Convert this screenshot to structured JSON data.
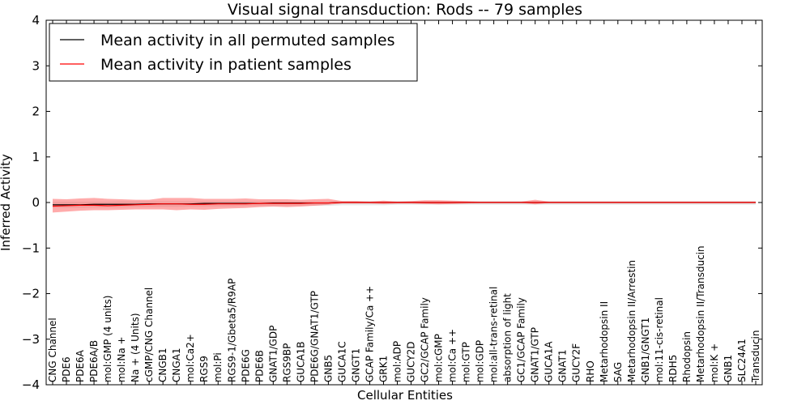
{
  "chart_data": {
    "type": "line",
    "title": "Visual signal transduction: Rods -- 79 samples",
    "xlabel": "Cellular Entities",
    "ylabel": "Inferred Activity",
    "ylim": [
      -4,
      4
    ],
    "yticks": [
      "4",
      "3",
      "2",
      "1",
      "0",
      "−1",
      "−2",
      "−3",
      "−4"
    ],
    "grid": false,
    "legend_position": "top-left",
    "categories": [
      "CNG Channel",
      "PDE6",
      "PDE6A",
      "PDE6A/B",
      "mol:GMP (4 units)",
      "mol:Na +",
      "Na + (4 Units)",
      "cGMP/CNG Channel",
      "CNGB1",
      "CNGA1",
      "mol:Ca2+",
      "RGS9",
      "mol:Pi",
      "RGS9-1/Gbeta5/R9AP",
      "PDE6G",
      "PDE6B",
      "GNAT1/GDP",
      "RGS9BP",
      "GUCA1B",
      "PDE6G/GNAT1/GTP",
      "GNB5",
      "GUCA1C",
      "GNGT1",
      "GCAP Family/Ca ++",
      "GRK1",
      "mol:ADP",
      "GUCY2D",
      "GC2/GCAP Family",
      "mol:cGMP",
      "mol:Ca ++",
      "mol:GTP",
      "mol:GDP",
      "mol:all-trans-retinal",
      "absorption of light",
      "GC1/GCAP Family",
      "GNAT1/GTP",
      "GUCA1A",
      "GNAT1",
      "GUCY2F",
      "RHO",
      "Metarhodopsin II",
      "SAG",
      "Metarhodopsin II/Arrestin",
      "GNB1/GNGT1",
      "mol:11-cis-retinal",
      "RDH5",
      "Rhodopsin",
      "Metarhodopsin II/Transducin",
      "mol:K +",
      "GNB1",
      "SLC24A1",
      "Transducin"
    ],
    "series": [
      {
        "name": "Mean activity in all permuted samples",
        "color": "#000000",
        "values": [
          -0.05,
          -0.05,
          -0.05,
          -0.04,
          -0.04,
          -0.04,
          -0.04,
          -0.03,
          -0.03,
          -0.03,
          -0.03,
          -0.02,
          -0.02,
          -0.02,
          -0.02,
          -0.02,
          -0.01,
          -0.01,
          -0.01,
          -0.01,
          -0.01,
          0.0,
          0.0,
          0.0,
          0.0,
          0.0,
          0.0,
          0.0,
          0.0,
          0.0,
          0.0,
          0.0,
          0.0,
          0.0,
          0.0,
          0.0,
          0.0,
          0.0,
          0.0,
          0.0,
          0.0,
          0.0,
          0.0,
          0.0,
          0.0,
          0.0,
          0.0,
          0.0,
          0.0,
          0.0,
          0.0,
          0.0
        ],
        "band_lower": [
          -0.12,
          -0.12,
          -0.12,
          -0.11,
          -0.11,
          -0.11,
          -0.1,
          -0.1,
          -0.1,
          -0.1,
          -0.09,
          -0.09,
          -0.09,
          -0.09,
          -0.08,
          -0.08,
          -0.08,
          -0.08,
          -0.07,
          -0.07,
          -0.07,
          -0.06,
          -0.06,
          -0.06,
          -0.06,
          -0.05,
          -0.05,
          -0.05,
          -0.05,
          -0.05,
          -0.05,
          -0.05,
          -0.05,
          -0.05,
          -0.05,
          -0.05,
          -0.05,
          -0.05,
          -0.05,
          -0.05,
          -0.05,
          -0.05,
          -0.05,
          -0.05,
          -0.05,
          -0.05,
          -0.05,
          -0.05,
          -0.05,
          -0.05,
          -0.05,
          -0.05
        ],
        "band_upper": [
          0.02,
          0.02,
          0.02,
          0.02,
          0.02,
          0.03,
          0.03,
          0.03,
          0.03,
          0.03,
          0.03,
          0.03,
          0.03,
          0.03,
          0.03,
          0.03,
          0.03,
          0.03,
          0.03,
          0.03,
          0.03,
          0.03,
          0.03,
          0.03,
          0.03,
          0.03,
          0.03,
          0.03,
          0.03,
          0.03,
          0.03,
          0.03,
          0.03,
          0.03,
          0.03,
          0.03,
          0.03,
          0.03,
          0.03,
          0.03,
          0.03,
          0.03,
          0.03,
          0.03,
          0.03,
          0.03,
          0.03,
          0.03,
          0.03,
          0.03,
          0.03,
          0.03
        ]
      },
      {
        "name": "Mean activity in patient samples",
        "color": "#ff0000",
        "values": [
          -0.08,
          -0.07,
          -0.06,
          -0.06,
          -0.07,
          -0.06,
          -0.05,
          -0.04,
          -0.03,
          -0.03,
          -0.04,
          -0.04,
          -0.03,
          -0.03,
          -0.03,
          -0.02,
          -0.02,
          -0.02,
          -0.02,
          -0.01,
          -0.01,
          0.0,
          0.0,
          0.0,
          0.0,
          0.0,
          0.0,
          0.0,
          0.0,
          0.0,
          0.0,
          0.0,
          0.0,
          0.0,
          0.0,
          0.0,
          0.0,
          0.0,
          0.0,
          0.0,
          0.0,
          0.0,
          0.0,
          0.0,
          0.0,
          0.0,
          0.0,
          0.0,
          0.0,
          0.0,
          0.0,
          0.0
        ],
        "band_lower": [
          -0.22,
          -0.2,
          -0.18,
          -0.17,
          -0.17,
          -0.16,
          -0.15,
          -0.15,
          -0.15,
          -0.17,
          -0.15,
          -0.16,
          -0.14,
          -0.13,
          -0.12,
          -0.1,
          -0.09,
          -0.1,
          -0.09,
          -0.07,
          -0.05,
          -0.02,
          -0.02,
          -0.02,
          -0.03,
          -0.02,
          -0.02,
          -0.03,
          -0.04,
          -0.03,
          -0.02,
          -0.01,
          -0.01,
          -0.01,
          -0.01,
          -0.04,
          -0.01,
          -0.01,
          -0.01,
          -0.01,
          -0.01,
          -0.01,
          -0.01,
          -0.01,
          -0.01,
          -0.01,
          -0.01,
          -0.01,
          -0.01,
          -0.01,
          -0.01,
          -0.01
        ],
        "band_upper": [
          0.08,
          0.07,
          0.09,
          0.1,
          0.08,
          0.07,
          0.06,
          0.06,
          0.1,
          0.1,
          0.1,
          0.08,
          0.08,
          0.08,
          0.09,
          0.07,
          0.07,
          0.07,
          0.06,
          0.07,
          0.08,
          0.03,
          0.03,
          0.02,
          0.04,
          0.02,
          0.03,
          0.05,
          0.05,
          0.04,
          0.03,
          0.02,
          0.02,
          0.02,
          0.02,
          0.06,
          0.02,
          0.02,
          0.02,
          0.02,
          0.02,
          0.02,
          0.02,
          0.02,
          0.02,
          0.02,
          0.02,
          0.02,
          0.02,
          0.02,
          0.02,
          0.02
        ]
      }
    ]
  }
}
